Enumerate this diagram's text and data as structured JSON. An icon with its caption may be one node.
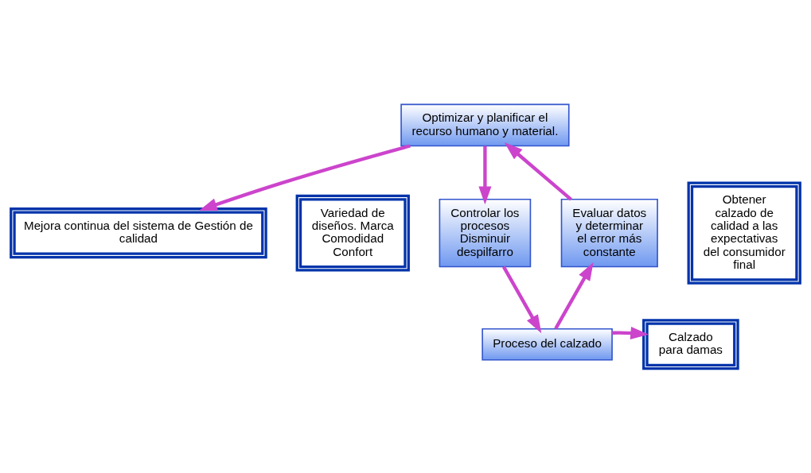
{
  "diagram": {
    "nodes": [
      {
        "text": [
          "Mejora continua del sistema de Gestión de calidad"
        ]
      },
      {
        "text": [
          "Optimizar y planificar el recurso humano y material."
        ]
      },
      {
        "text": [
          "Variedad de diseños. Marca Comodidad Confort"
        ]
      },
      {
        "text": [
          "Controlar los procesos Disminuir despilfarro"
        ]
      },
      {
        "text": [
          "Evaluar datos y determinar el error más constante"
        ]
      },
      {
        "text": [
          "Obtener calzado de calidad a las expectativas del consumidor final"
        ]
      },
      {
        "text": [
          "Proceso del calzado"
        ]
      },
      {
        "text": [
          "Calzado para damas"
        ]
      }
    ],
    "edges": [
      {
        "from": 1,
        "to": 3,
        "arrow": "to"
      },
      {
        "from": 3,
        "to": 6,
        "arrow": "to"
      },
      {
        "from": 6,
        "to": 4,
        "arrow": "to"
      },
      {
        "from": 6,
        "to": 7,
        "arrow": "to"
      },
      {
        "from": 4,
        "to": 1,
        "arrow": "to"
      },
      {
        "from": 1,
        "to": 0,
        "arrow": "to"
      }
    ]
  }
}
